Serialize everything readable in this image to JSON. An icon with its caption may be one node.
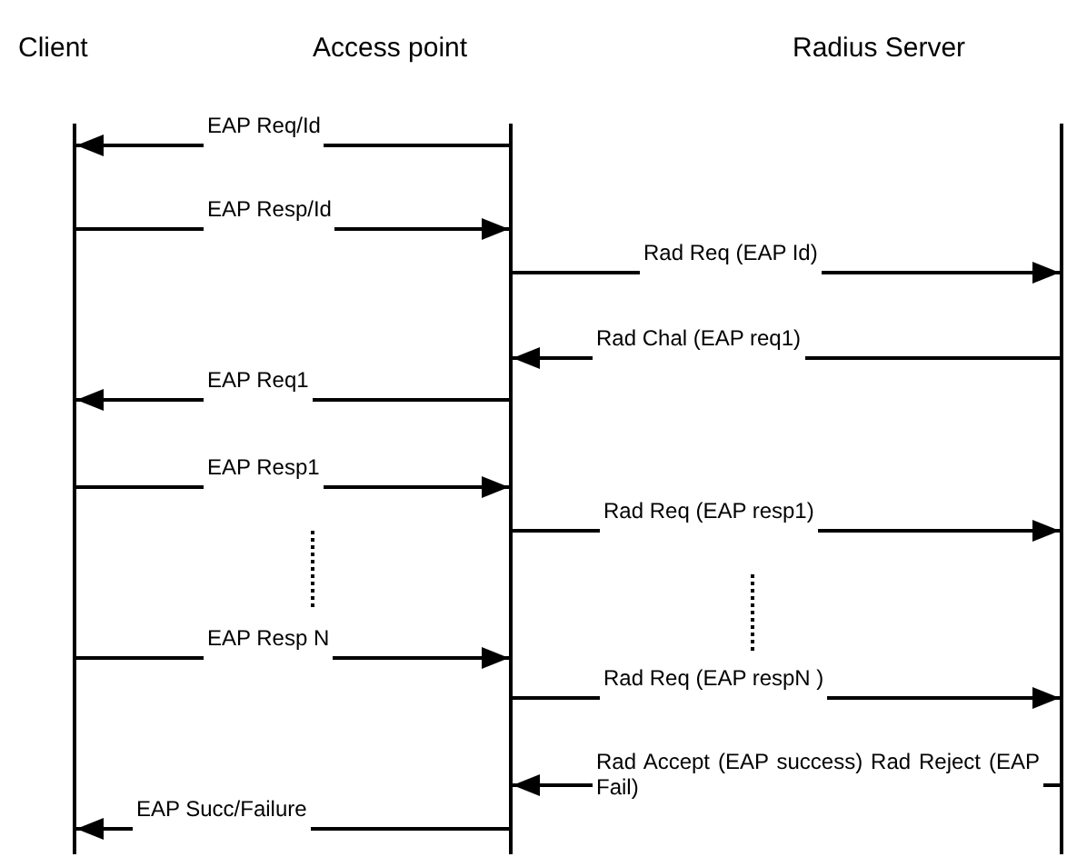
{
  "diagram": {
    "nodes": [
      {
        "text": [
          "Client"
        ]
      },
      {
        "text": [
          "Access point"
        ]
      },
      {
        "text": [
          "Radius Server"
        ]
      }
    ],
    "edges": [
      {
        "from": 1,
        "to": 0,
        "arrow": "to",
        "label": "EAP Req/Id"
      },
      {
        "from": 0,
        "to": 1,
        "arrow": "to",
        "label": "EAP Resp/Id"
      },
      {
        "from": 1,
        "to": 2,
        "arrow": "to",
        "label": "Rad Req (EAP Id)"
      },
      {
        "from": 2,
        "to": 1,
        "arrow": "to",
        "label": "Rad Chal (EAP req1)"
      },
      {
        "from": 1,
        "to": 0,
        "arrow": "to",
        "label": "EAP Req1"
      },
      {
        "from": 0,
        "to": 1,
        "arrow": "to",
        "label": "EAP Resp1"
      },
      {
        "from": 1,
        "to": 2,
        "arrow": "to",
        "label": "Rad Req (EAP resp1)"
      },
      {
        "from": 0,
        "to": 1,
        "arrow": "to",
        "label": "EAP Resp N"
      },
      {
        "from": 1,
        "to": 2,
        "arrow": "to",
        "label": "Rad Req (EAP respN )"
      },
      {
        "from": 2,
        "to": 1,
        "arrow": "to",
        "label": "Rad Accept (EAP success) Rad Reject (EAP Fail)"
      },
      {
        "from": 1,
        "to": 0,
        "arrow": "to",
        "label": "EAP Succ/Failure"
      }
    ]
  }
}
